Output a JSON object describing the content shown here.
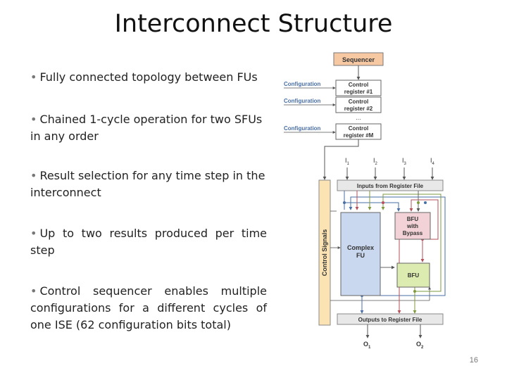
{
  "slide": {
    "title": "Interconnect Structure",
    "page_number": "16",
    "bullets": [
      "Fully connected topology between FUs",
      "Chained 1-cycle operation for two SFUs in any order",
      "Result selection for any time step in the interconnect",
      "Up to two results produced per time step",
      "Control sequencer enables multiple configurations for a different cycles of one ISE (62 configuration bits total)"
    ]
  },
  "diagram": {
    "sequencer": "Sequencer",
    "config_label": "Configuration",
    "registers": [
      "Control register #1",
      "Control register #2",
      "Control register #M"
    ],
    "ellipsis": "...",
    "inputs": [
      {
        "base": "I",
        "sub": "1"
      },
      {
        "base": "I",
        "sub": "2"
      },
      {
        "base": "I",
        "sub": "3"
      },
      {
        "base": "I",
        "sub": "4"
      }
    ],
    "inputs_bar": "Inputs from Register File",
    "control_signals": "Control Signals",
    "complex_fu": [
      "Complex",
      "FU"
    ],
    "bfu_bypass": [
      "BFU",
      "with",
      "Bypass"
    ],
    "bfu": "BFU",
    "outputs_bar": "Outputs to Register File",
    "outputs": [
      {
        "base": "O",
        "sub": "1"
      },
      {
        "base": "O",
        "sub": "2"
      }
    ],
    "colors": {
      "sequencer_fill": "#f7c9a3",
      "control_signals_fill": "#fbe3b3",
      "complex_fu_fill": "#c9d7ef",
      "bfu_bypass_fill": "#f2d2d6",
      "bfu_fill": "#dcebb0",
      "bar_fill": "#e8e8e8",
      "wire_blue": "#4a6fa5",
      "wire_red": "#b5505a",
      "wire_green": "#7f9a3e",
      "wire_gray": "#666666"
    }
  }
}
